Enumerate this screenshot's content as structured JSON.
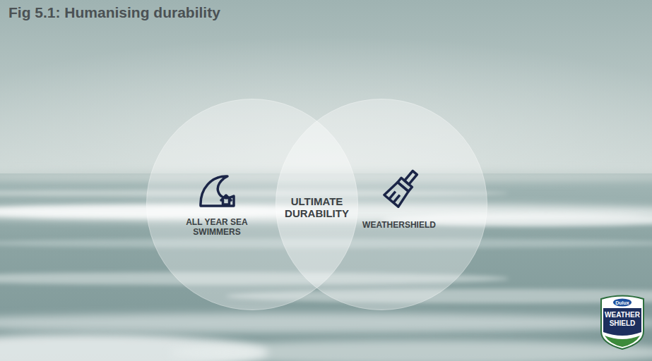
{
  "diagram": {
    "title": "Fig 5.1: Humanising durability",
    "nodes": [
      {
        "text": [
          "ALL YEAR SEA SWIMMERS"
        ]
      },
      {
        "text": [
          "ULTIMATE DURABILITY"
        ]
      },
      {
        "text": [
          "WEATHERSHIELD"
        ]
      }
    ],
    "labels": [
      "Dulux",
      "WEATHER SHIELD"
    ]
  }
}
